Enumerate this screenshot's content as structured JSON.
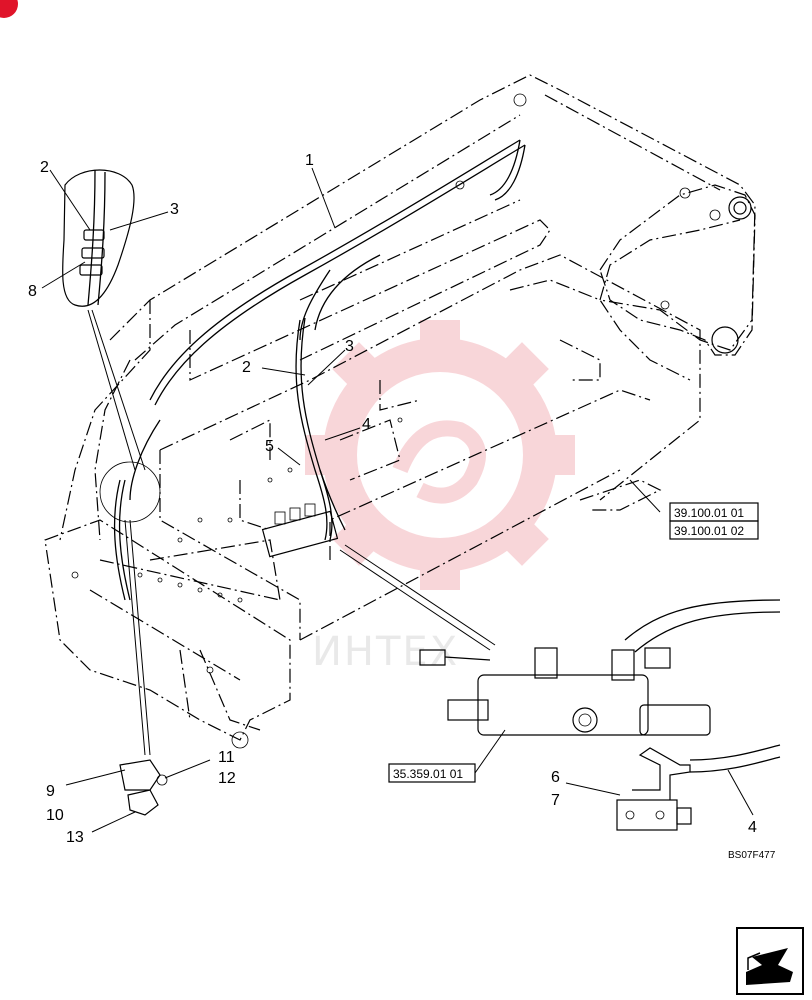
{
  "callouts": [
    "1",
    "2",
    "3",
    "2",
    "3",
    "8",
    "4",
    "5",
    "6",
    "7",
    "4",
    "9",
    "10",
    "11",
    "12",
    "13"
  ],
  "references": [
    "39.100.01 01",
    "39.100.01 02",
    "35.359.01 01"
  ],
  "figure_code": "BS07F477",
  "watermark_text": "ИНТЕХ",
  "colors": {
    "watermark": "#f4b5bb",
    "corner_badge": "#e0142a"
  },
  "icons": {
    "corner_badge": "red-badge-icon",
    "navigation": "arrow-nav-icon"
  }
}
